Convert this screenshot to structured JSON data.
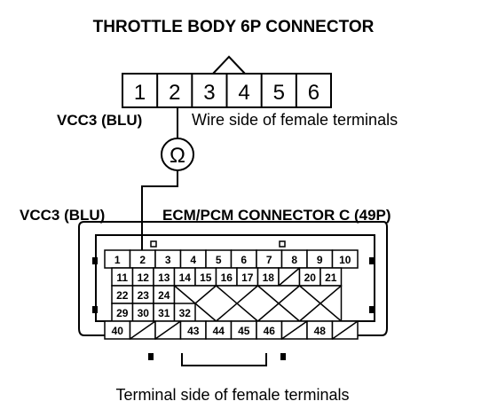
{
  "title": "THROTTLE BODY 6P CONNECTOR",
  "throttle_pins": [
    "1",
    "2",
    "3",
    "4",
    "5",
    "6"
  ],
  "wire_label_top": "VCC3 (BLU)",
  "wire_side_caption": "Wire side of female terminals",
  "meter_symbol": "Ω",
  "wire_label_bottom": "VCC3 (BLU)",
  "ecm_title": "ECM/PCM CONNECTOR C (49P)",
  "ecm_row1": [
    "1",
    "2",
    "3",
    "4",
    "5",
    "6",
    "7",
    "8",
    "9",
    "10"
  ],
  "ecm_row2": [
    "11",
    "12",
    "13",
    "14",
    "15",
    "16",
    "17",
    "18",
    "",
    "20",
    "21"
  ],
  "ecm_row3": [
    "22",
    "23",
    "24"
  ],
  "ecm_row4": [
    "29",
    "30",
    "31",
    "32"
  ],
  "ecm_row5": [
    "40",
    "",
    "",
    "43",
    "44",
    "45",
    "46",
    "",
    "48",
    ""
  ],
  "terminal_side_caption": "Terminal side of female terminals"
}
